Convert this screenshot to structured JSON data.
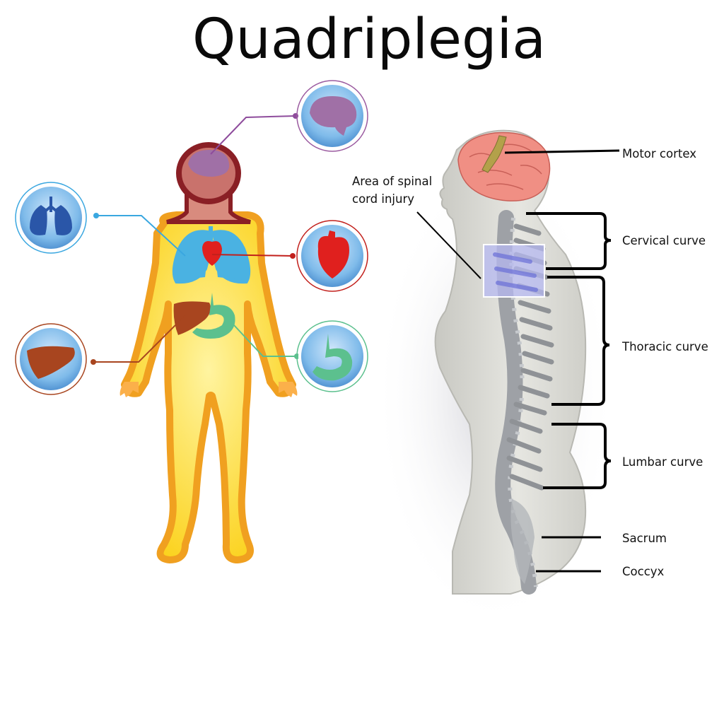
{
  "title": "Quadriplegia",
  "left_figure": {
    "organ_icons": [
      {
        "name": "brain",
        "color": "#a070a6"
      },
      {
        "name": "lungs",
        "color": "#2a56a8"
      },
      {
        "name": "heart",
        "color": "#e0201e"
      },
      {
        "name": "liver",
        "color": "#a8451f"
      },
      {
        "name": "stomach",
        "color": "#5cc08e"
      }
    ],
    "colors": {
      "body_fill": "#fde330",
      "body_outline": "#f0a020",
      "head_fill": "#c9726c",
      "head_outline": "#8a1f25",
      "lungs": "#4ab2e2",
      "icon_ring": "#ffffff",
      "icon_bg": "#6fb2e8"
    }
  },
  "right_figure": {
    "labels": {
      "motor_cortex": "Motor cortex",
      "injury_line1": "Area of spinal",
      "injury_line2": "cord injury",
      "cervical": "Cervical curve",
      "thoracic": "Thoracic curve",
      "lumbar": "Lumbar curve",
      "sacrum": "Sacrum",
      "coccyx": "Coccyx"
    },
    "colors": {
      "silhouette": "#d9d9d4",
      "brain": "#f08f84",
      "motor_cortex": "#b3a14a",
      "injury_highlight": "#9d9ee8",
      "spine": "#a9acb0"
    }
  }
}
